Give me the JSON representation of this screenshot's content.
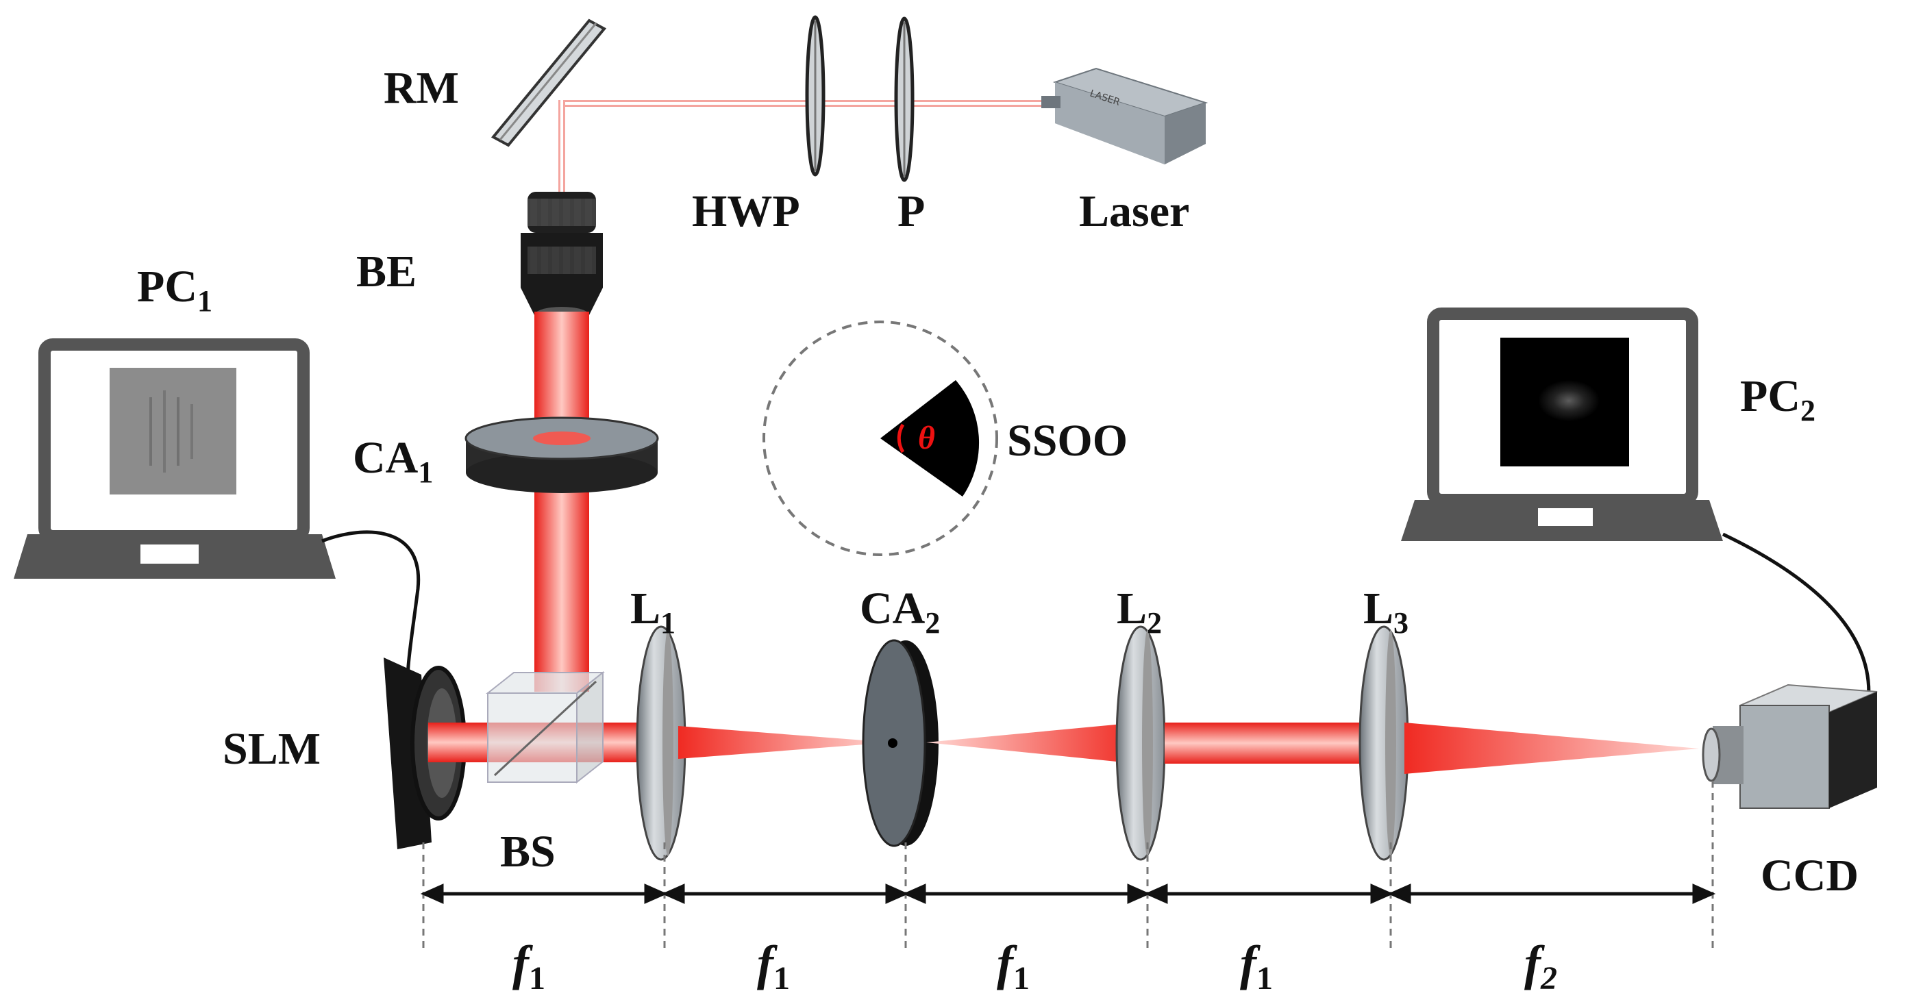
{
  "labels": {
    "rm": "RM",
    "hwp": "HWP",
    "p": "P",
    "laser": "Laser",
    "be": "BE",
    "pc1_main": "PC",
    "pc1_sub": "1",
    "pc2_main": "PC",
    "pc2_sub": "2",
    "ca1_main": "CA",
    "ca1_sub": "1",
    "ca2_main": "CA",
    "ca2_sub": "2",
    "ssoo": "SSOO",
    "theta": "θ",
    "l1_main": "L",
    "l1_sub": "1",
    "l2_main": "L",
    "l2_sub": "2",
    "l3_main": "L",
    "l3_sub": "3",
    "slm": "SLM",
    "bs": "BS",
    "ccd": "CCD"
  },
  "distances": [
    {
      "main": "f",
      "sub": "1"
    },
    {
      "main": "f",
      "sub": "1"
    },
    {
      "main": "f",
      "sub": "1"
    },
    {
      "main": "f",
      "sub": "1"
    },
    {
      "main": "f",
      "sub": "2"
    }
  ],
  "colors": {
    "beam": "#f0302a",
    "beam_light": "#ffd6d2",
    "metal": "#9aa3ab",
    "dark": "#1a1a1a",
    "screen_frame": "#555555"
  }
}
